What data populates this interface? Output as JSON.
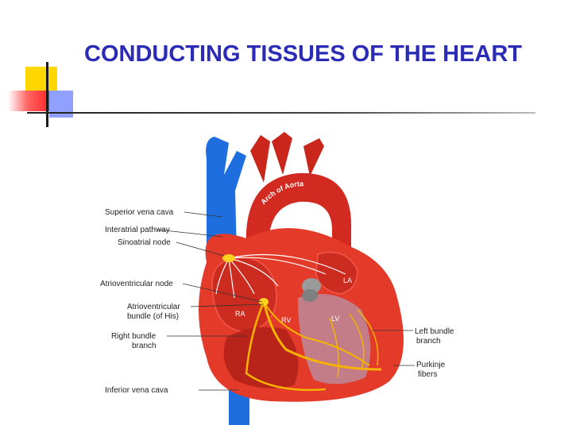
{
  "title": "CONDUCTING TISSUES OF THE HEART",
  "diagram": {
    "aorta_label": "Arch of Aorta",
    "chamber_labels": [
      "LA",
      "RA",
      "RV",
      "LV"
    ],
    "left_labels": [
      "Superior vena cava",
      "Interatrial pathway",
      "Sinoatrial node",
      "Atrioventricular node",
      "Atrioventricular",
      "bundle (of His)",
      "Right bundle",
      "branch",
      "Inferior vena cava"
    ],
    "right_labels": [
      "Left bundle",
      "branch",
      "Purkinje",
      "fibers"
    ]
  },
  "colors": {
    "title": "#2b2bb5",
    "heart_red": "#e33a2a",
    "vein_blue": "#1f6ee0",
    "conduction": "#f6b400"
  }
}
